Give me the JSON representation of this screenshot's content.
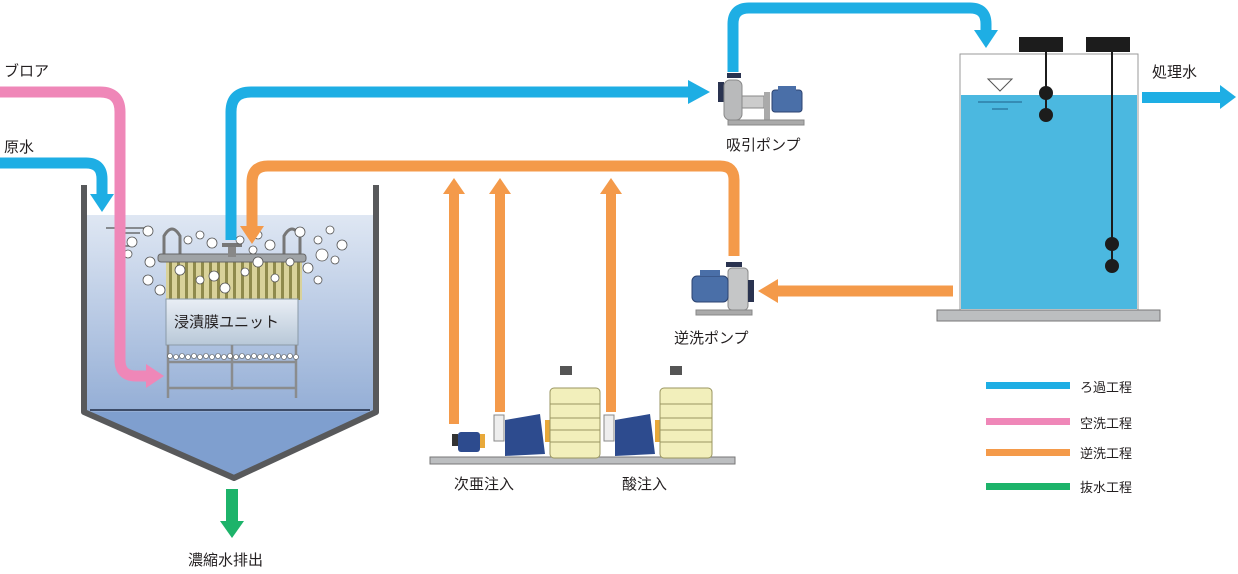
{
  "diagram": {
    "title": "浸漬膜ユニット処理フロー",
    "colors": {
      "filtration": "#1eaee4",
      "air_wash": "#ef87b8",
      "backwash": "#f49a4a",
      "drain": "#1db36a",
      "tank_water": "#4bb8e0",
      "basin_water": "#7f9fcf",
      "frame": "#58595b",
      "base": "#bcbec0"
    },
    "inputs": {
      "blower": "ブロア",
      "raw_water": "原水"
    },
    "components": {
      "membrane_unit": "浸漬膜ユニット",
      "suction_pump": "吸引ポンプ",
      "backwash_pump": "逆洗ポンプ",
      "hypochlorite_injection": "次亜注入",
      "acid_injection": "酸注入"
    },
    "outputs": {
      "treated_water": "処理水",
      "concentrate_discharge": "濃縮水排出"
    },
    "legend": [
      {
        "label": "ろ過工程",
        "color": "#1eaee4"
      },
      {
        "label": "空洗工程",
        "color": "#ef87b8"
      },
      {
        "label": "逆洗工程",
        "color": "#f49a4a"
      },
      {
        "label": "抜水工程",
        "color": "#1db36a"
      }
    ]
  }
}
